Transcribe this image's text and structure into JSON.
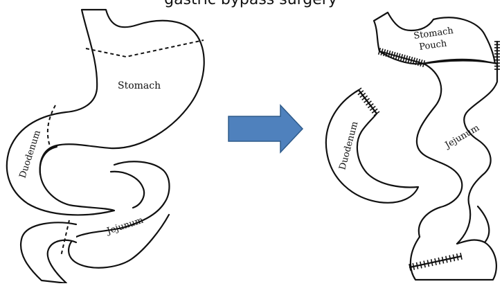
{
  "header": {
    "title_fragment": "gastric bypass surgery"
  },
  "before": {
    "labels": {
      "stomach": "Stomach",
      "duodenum": "Duodenum",
      "jejunum": "Jejunum"
    }
  },
  "after": {
    "labels": {
      "pouch_line1": "Stomach",
      "pouch_line2": "Pouch",
      "duodenum": "Duodenum",
      "jejunum": "Jejunum"
    }
  },
  "colors": {
    "arrow_fill": "#4f81bd",
    "arrow_stroke": "#2e5a8a",
    "ink": "#111111"
  }
}
